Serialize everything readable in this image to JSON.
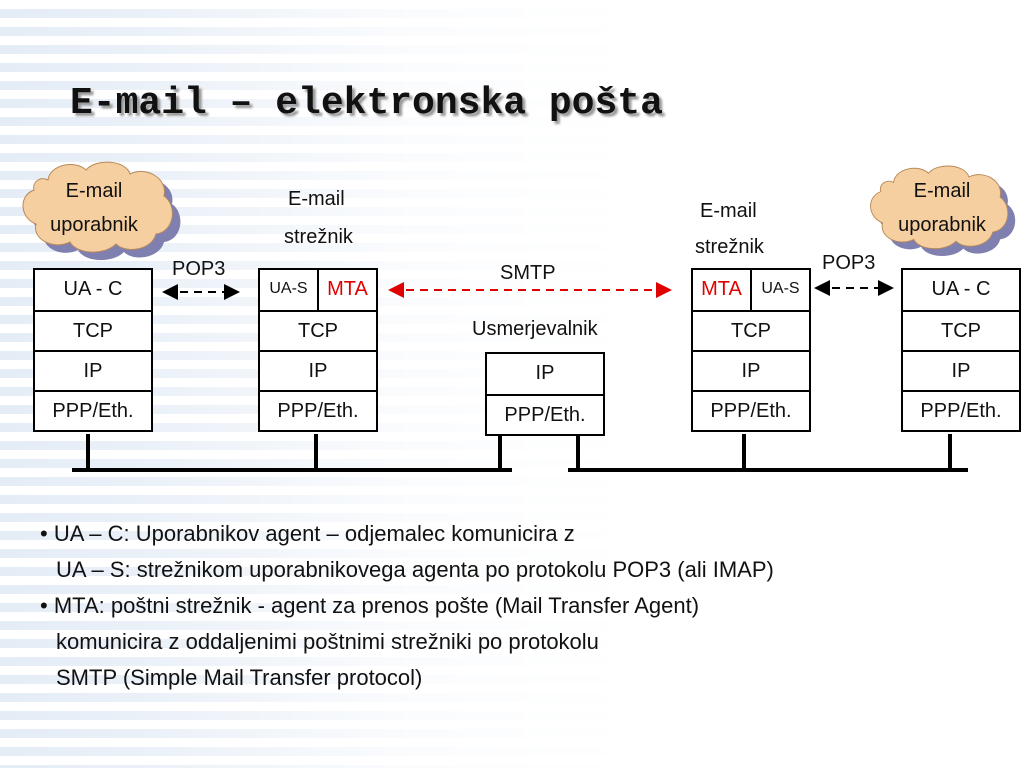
{
  "title": "E-mail – elektronska pošta",
  "clouds": {
    "left": {
      "line1": "E-mail",
      "line2": "uporabnik"
    },
    "right": {
      "line1": "E-mail",
      "line2": "uporabnik"
    }
  },
  "server_labels": {
    "left": {
      "line1": "E-mail",
      "line2": "strežnik"
    },
    "right": {
      "line1": "E-mail",
      "line2": "strežnik"
    }
  },
  "router_label": "Usmerjevalnik",
  "protocols": {
    "pop3_left": "POP3",
    "smtp": "SMTP",
    "pop3_right": "POP3"
  },
  "stacks": {
    "client_left": [
      "UA - C",
      "TCP",
      "IP",
      "PPP/Eth."
    ],
    "server_left": {
      "top_left": "UA-S",
      "top_right": "MTA",
      "layers": [
        "TCP",
        "IP",
        "PPP/Eth."
      ]
    },
    "router": [
      "IP",
      "PPP/Eth."
    ],
    "server_right": {
      "top_left": "MTA",
      "top_right": "UA-S",
      "layers": [
        "TCP",
        "IP",
        "PPP/Eth."
      ]
    },
    "client_right": [
      "UA - C",
      "TCP",
      "IP",
      "PPP/Eth."
    ]
  },
  "bullets": [
    "• UA – C: Uporabnikov agent – odjemalec komunicira  z",
    "UA – S: strežnikom uporabnikovega agenta po protokolu POP3 (ali IMAP)",
    "• MTA: poštni strežnik - agent za prenos pošte (Mail Transfer Agent)",
    "komunicira z oddaljenimi poštnimi strežniki po protokolu",
    "SMTP (Simple Mail Transfer protocol)"
  ],
  "colors": {
    "mta": "#e00000",
    "smtp_arrow": "#e00000",
    "cloud_fill": "#f5cfa0",
    "cloud_shadow": "#7f7fb0"
  }
}
